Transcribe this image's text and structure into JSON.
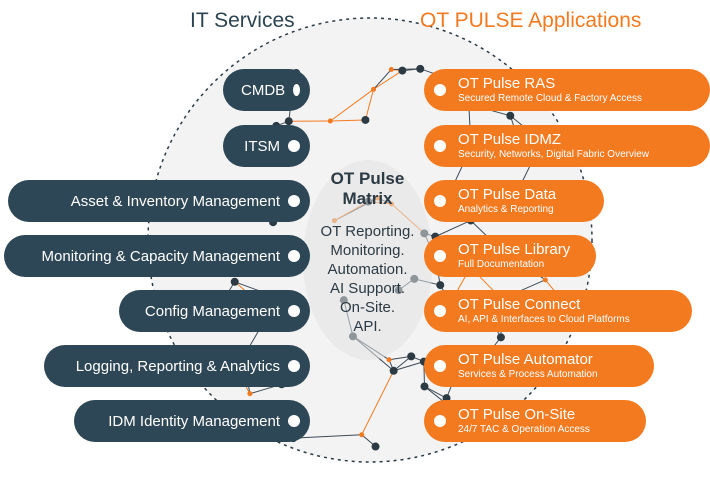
{
  "headers": {
    "left_title": "IT Services",
    "right_title": "OT PULSE Applications"
  },
  "left_items": [
    {
      "label": "CMDB"
    },
    {
      "label": "ITSM"
    },
    {
      "label": "Asset & Inventory Management"
    },
    {
      "label": "Monitoring & Capacity Management"
    },
    {
      "label": "Config Management"
    },
    {
      "label": "Logging, Reporting & Analytics"
    },
    {
      "label": "IDM Identity Management"
    }
  ],
  "right_items": [
    {
      "title": "OT Pulse RAS",
      "subtitle": "Secured Remote Cloud & Factory Access"
    },
    {
      "title": "OT Pulse IDMZ",
      "subtitle": "Security, Networks, Digital Fabric Overview"
    },
    {
      "title": "OT Pulse Data",
      "subtitle": "Analytics & Reporting"
    },
    {
      "title": "OT Pulse Library",
      "subtitle": "Full Documentation"
    },
    {
      "title": "OT Pulse Connect",
      "subtitle": "AI, API & Interfaces to Cloud Platforms"
    },
    {
      "title": "OT Pulse Automator",
      "subtitle": "Services & Process Automation"
    },
    {
      "title": "OT Pulse On-Site",
      "subtitle": "24/7 TAC & Operation Access"
    }
  ],
  "center": {
    "title_line1": "OT Pulse",
    "title_line2": "Matrix",
    "lines": [
      "OT Reporting.",
      "Monitoring.",
      "Automation.",
      "AI Support.",
      "On-Site.",
      "API."
    ]
  },
  "colors": {
    "navy": "#2e4756",
    "orange": "#f47a20",
    "network_line": "#3d4a56"
  }
}
